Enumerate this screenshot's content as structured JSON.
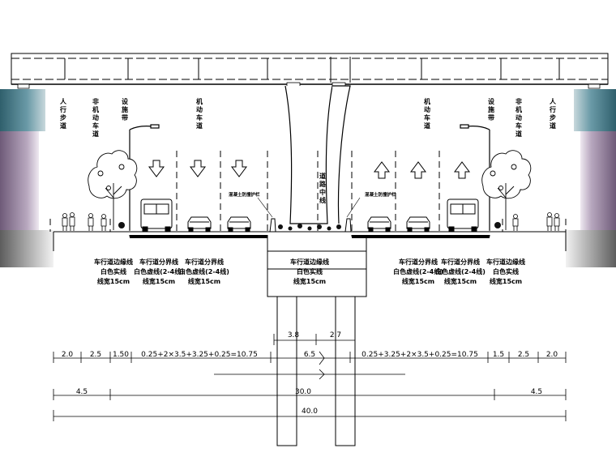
{
  "zone_labels": [
    {
      "id": "left-sidewalk",
      "text": "人行步道"
    },
    {
      "id": "left-bikeway",
      "text": "非机动车道"
    },
    {
      "id": "left-facility",
      "text": "设施带"
    },
    {
      "id": "left-motorway",
      "text": "机动车道"
    },
    {
      "id": "median",
      "text": "道路中线"
    },
    {
      "id": "right-motorway",
      "text": "机动车道"
    },
    {
      "id": "right-facility",
      "text": "设施带"
    },
    {
      "id": "right-bikeway",
      "text": "非机动车道"
    },
    {
      "id": "right-sidewalk",
      "text": "人行步道"
    }
  ],
  "barrier_labels": [
    "混凝土防撞护栏",
    "混凝土防撞护栏"
  ],
  "markings": [
    {
      "id": "m1",
      "line1": "车行道边缘线",
      "line2": "白色实线",
      "line3": "线宽15cm"
    },
    {
      "id": "m2",
      "line1": "车行道分界线",
      "line2": "白色虚线(2-4线)",
      "line3": "线宽15cm"
    },
    {
      "id": "m3",
      "line1": "车行道分界线",
      "line2": "白色虚线(2-4线)",
      "line3": "线宽15cm"
    },
    {
      "id": "m4",
      "line1": "车行道边缘线",
      "line2": "白色实线",
      "line3": "线宽15cm"
    },
    {
      "id": "m5",
      "line1": "车行道分界线",
      "line2": "白色虚线(2-4线)",
      "line3": "线宽15cm"
    },
    {
      "id": "m6",
      "line1": "车行道分界线",
      "line2": "白色虚线(2-4线)",
      "line3": "线宽15cm"
    },
    {
      "id": "m7",
      "line1": "车行道边缘线",
      "line2": "白色实线",
      "line3": "线宽15cm"
    }
  ],
  "dims_pier": [
    "3.8",
    "2.7"
  ],
  "dims_row1": [
    "2.0",
    "2.5",
    "1.50",
    "0.25+2×3.5+3.25+0.25=10.75",
    "6.5",
    "0.25+3.25+2×3.5+0.25=10.75",
    "1.5",
    "2.5",
    "2.0"
  ],
  "dims_row2": [
    "4.5",
    "30.0",
    "4.5"
  ],
  "dims_row3": [
    "40.0"
  ],
  "colors": {
    "line": "#000000",
    "pier_teal": "#4f8390",
    "pier_purple": "#8e7795",
    "gray": "#9a9a9a"
  }
}
